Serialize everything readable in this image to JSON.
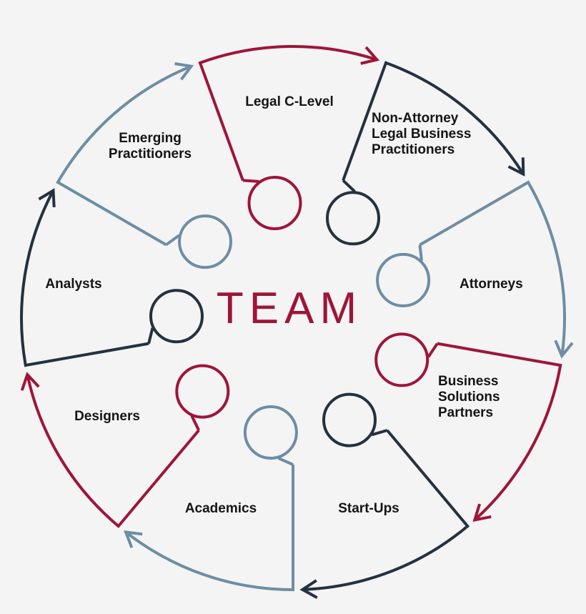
{
  "center_title": "TEAM",
  "colors": {
    "red": "#9e1538",
    "navy": "#243140",
    "steel": "#6e8da3",
    "background": "#f4f4f4"
  },
  "segments": [
    {
      "id": "legal-c-level",
      "label": [
        "Legal C-Level"
      ],
      "color": "red"
    },
    {
      "id": "non-attorney",
      "label": [
        "Non-Attorney",
        "Legal Business",
        "Practitioners"
      ],
      "color": "navy"
    },
    {
      "id": "attorneys",
      "label": [
        "Attorneys"
      ],
      "color": "steel"
    },
    {
      "id": "business-solutions",
      "label": [
        "Business",
        "Solutions",
        "Partners"
      ],
      "color": "red"
    },
    {
      "id": "start-ups",
      "label": [
        "Start-Ups"
      ],
      "color": "navy"
    },
    {
      "id": "academics",
      "label": [
        "Academics"
      ],
      "color": "steel"
    },
    {
      "id": "designers",
      "label": [
        "Designers"
      ],
      "color": "red"
    },
    {
      "id": "analysts",
      "label": [
        "Analysts"
      ],
      "color": "navy"
    },
    {
      "id": "emerging",
      "label": [
        "Emerging",
        "Practitioners"
      ],
      "color": "steel"
    }
  ]
}
